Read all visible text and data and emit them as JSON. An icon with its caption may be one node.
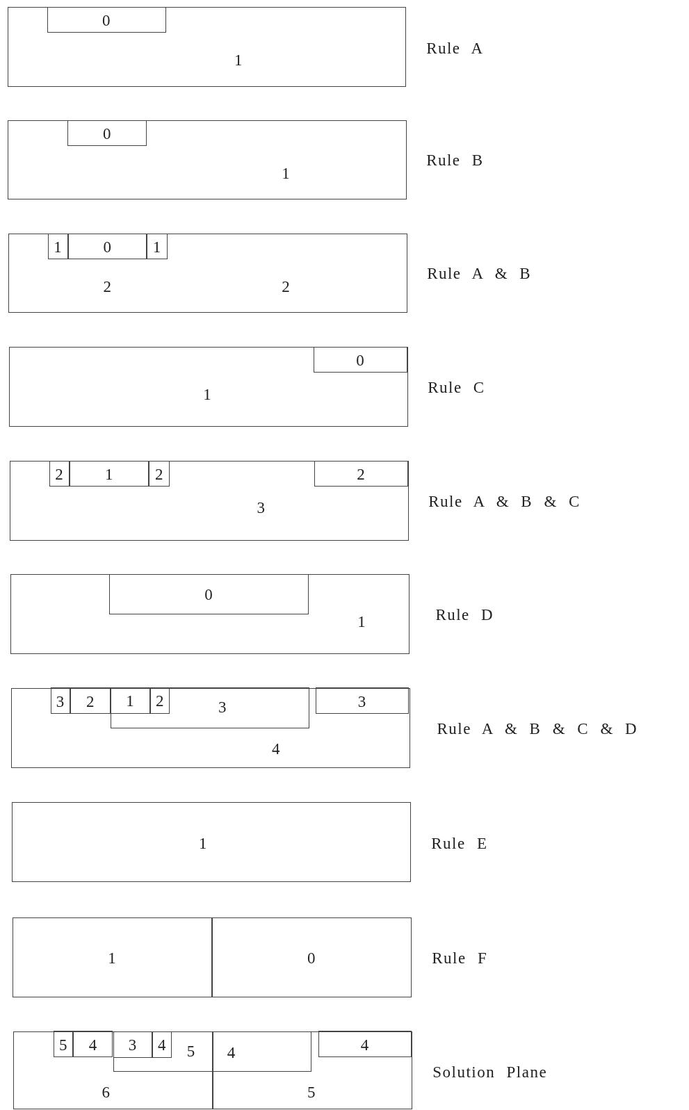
{
  "diagram": {
    "nodes": [
      {
        "text": [
          "1"
        ]
      },
      {
        "text": [
          "0"
        ],
        "in": 0
      },
      {
        "text": [
          "1"
        ]
      },
      {
        "text": [
          "0"
        ],
        "in": 2
      },
      {
        "text": [
          "2",
          "2"
        ]
      },
      {
        "text": [
          "1"
        ],
        "in": 4
      },
      {
        "text": [
          "0"
        ],
        "in": 4
      },
      {
        "text": [
          "1"
        ],
        "in": 4
      },
      {
        "text": [
          "1"
        ]
      },
      {
        "text": [
          "0"
        ],
        "in": 8
      },
      {
        "text": [
          "3"
        ]
      },
      {
        "text": [
          "2"
        ],
        "in": 10
      },
      {
        "text": [
          "1"
        ],
        "in": 10
      },
      {
        "text": [
          "2"
        ],
        "in": 10
      },
      {
        "text": [
          "2"
        ],
        "in": 10
      },
      {
        "text": [
          "1"
        ]
      },
      {
        "text": [
          "0"
        ],
        "in": 15
      },
      {
        "text": [
          "4"
        ]
      },
      {
        "text": [
          "3"
        ],
        "in": 17
      },
      {
        "text": [
          "2"
        ],
        "in": 17
      },
      {
        "text": [
          "3"
        ],
        "in": 17
      },
      {
        "text": [
          "1"
        ],
        "in": 20
      },
      {
        "text": [
          "2"
        ],
        "in": 20
      },
      {
        "text": [
          "3"
        ],
        "in": 17
      },
      {
        "text": [
          "1"
        ]
      },
      {
        "text": [
          "1"
        ]
      },
      {
        "text": [
          "0"
        ]
      },
      {
        "text": [
          "6"
        ]
      },
      {
        "text": [
          "5"
        ]
      },
      {
        "text": [
          "5",
          "4"
        ]
      },
      {
        "text": [
          "5"
        ],
        "in": 27
      },
      {
        "text": [
          "4"
        ],
        "in": 27
      },
      {
        "text": [
          "3"
        ]
      },
      {
        "text": [
          "4"
        ]
      },
      {
        "text": [
          "4"
        ],
        "in": 28
      }
    ],
    "labels": [
      "Rule A",
      "Rule B",
      "Rule A & B",
      "Rule C",
      "Rule A & B & C",
      "Rule D",
      "Rule A & B & C & D",
      "Rule E",
      "Rule F",
      "Solution Plane"
    ]
  }
}
